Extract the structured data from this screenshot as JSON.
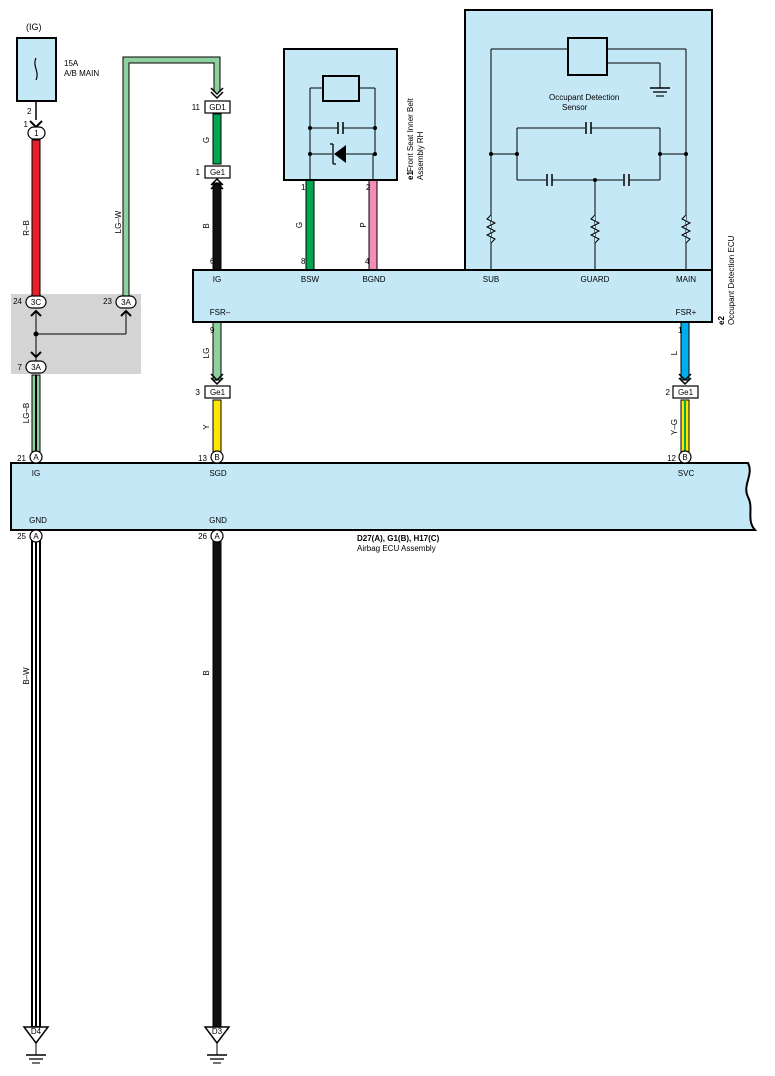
{
  "fuse": {
    "supply": "(IG)",
    "rating": "15A",
    "name": "A/B MAIN",
    "pin": "2"
  },
  "connectors": {
    "c1": {
      "pin": "1",
      "label": "1"
    },
    "gd1": {
      "pin": "11",
      "label": "GD1"
    },
    "ge1_top": {
      "pin": "1",
      "label": "Ge1"
    },
    "ge1_left": {
      "pin": "3",
      "label": "Ge1"
    },
    "ge1_right": {
      "pin": "2",
      "label": "Ge1"
    },
    "j24": {
      "pin": "24",
      "label": "3C"
    },
    "j23": {
      "pin": "23",
      "label": "3A"
    },
    "j7": {
      "pin": "7",
      "label": "3A"
    }
  },
  "wires": {
    "rb": "R–B",
    "lgw": "LG–W",
    "g_top": "G",
    "b_mid": "B",
    "g_belt": "G",
    "p_belt": "P",
    "lg": "LG",
    "y": "Y",
    "l": "L",
    "yg": "Y–G",
    "lgb": "LG–B",
    "bw": "B–W",
    "b_gnd": "B"
  },
  "belt": {
    "ref": "e1",
    "name_line1": "Front Seat Inner Belt",
    "name_line2": "Assembly RH",
    "pin_bsw_top": "1",
    "pin_bgnd_top": "2",
    "pin_bsw": "8",
    "pin_bgnd": "4"
  },
  "ode": {
    "ref": "e2",
    "name": "Occupant Detection ECU",
    "sensor_line1": "Occupant Detection",
    "sensor_line2": "Sensor",
    "pin_ig": "6",
    "pin_fsr_minus": "9",
    "pin_fsr_plus": "1",
    "terminals": {
      "ig": "IG",
      "bsw": "BSW",
      "bgnd": "BGND",
      "sub": "SUB",
      "guard": "GUARD",
      "main": "MAIN",
      "fsr_minus": "FSR–",
      "fsr_plus": "FSR+"
    }
  },
  "airbag": {
    "connectors": "D27(A), G1(B), H17(C)",
    "name": "Airbag ECU Assembly",
    "pins": {
      "ig": {
        "num": "21",
        "conn": "A",
        "term": "IG"
      },
      "sgd": {
        "num": "13",
        "conn": "B",
        "term": "SGD"
      },
      "svc": {
        "num": "12",
        "conn": "B",
        "term": "SVC"
      },
      "gnd1": {
        "num": "25",
        "conn": "A",
        "term": "GND"
      },
      "gnd2": {
        "num": "26",
        "conn": "A",
        "term": "GND"
      }
    }
  },
  "grounds": {
    "left": "D4",
    "right": "D3"
  },
  "colors": {
    "red": "#e8202a",
    "light_green": "#8fd19e",
    "green": "#00a651",
    "pink": "#f28cb8",
    "yellow": "#ffe600",
    "blue": "#00aeef",
    "ecu_fill": "#c5e8f7",
    "junction_fill": "#d4d4d4",
    "black": "#000000"
  }
}
